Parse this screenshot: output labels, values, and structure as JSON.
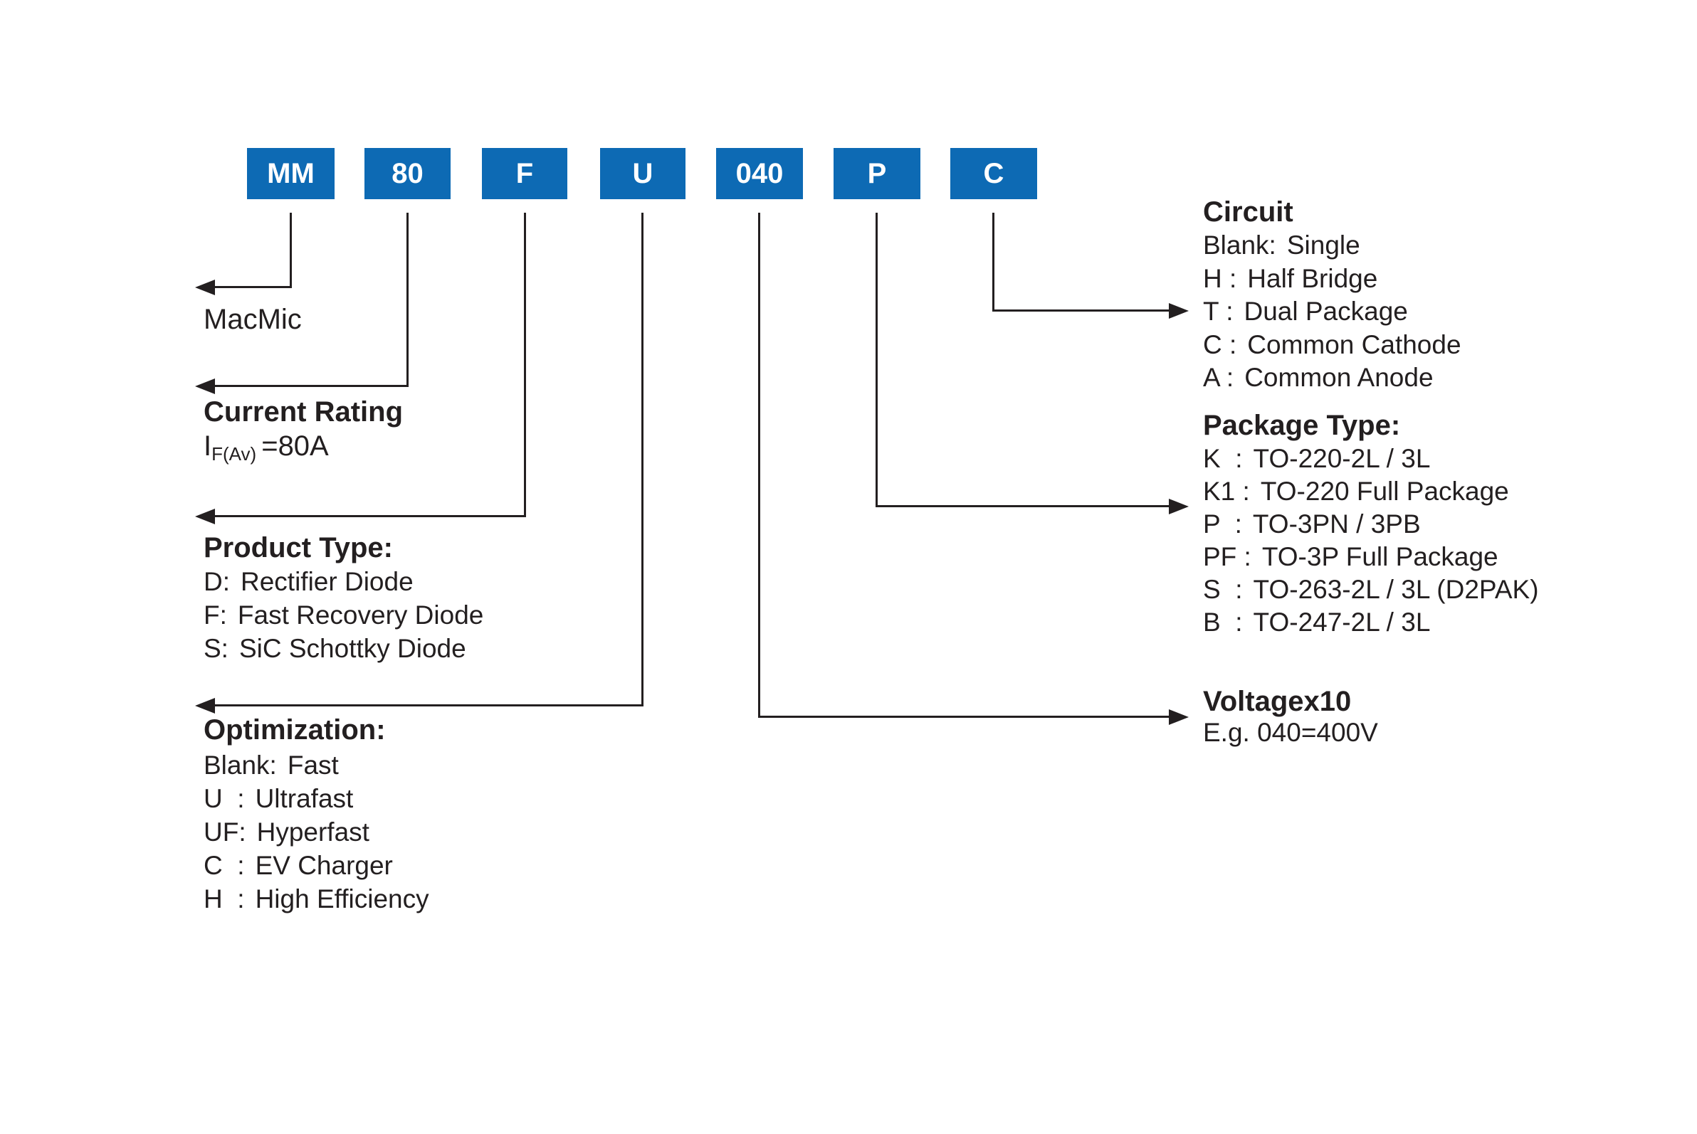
{
  "colors": {
    "box_blue": "#0d6ab4",
    "line_black": "#231f20",
    "background": "#ffffff"
  },
  "part_code": {
    "segments": [
      {
        "label": "MM"
      },
      {
        "label": "80"
      },
      {
        "label": "F"
      },
      {
        "label": "U"
      },
      {
        "label": "040"
      },
      {
        "label": "P"
      },
      {
        "label": "C"
      }
    ]
  },
  "brand": {
    "label": "MacMic"
  },
  "current_rating": {
    "title": "Current Rating",
    "formula": {
      "symbol": "I",
      "subscript": "F(Av)",
      "value": "=80A"
    }
  },
  "product_type": {
    "title": "Product Type:",
    "items": [
      {
        "key": "D:",
        "value": "Rectifier Diode"
      },
      {
        "key": "F:",
        "value": "Fast Recovery Diode"
      },
      {
        "key": "S:",
        "value": "SiC Schottky Diode"
      }
    ]
  },
  "optimization": {
    "title": "Optimization:",
    "items": [
      {
        "key": "Blank:",
        "value": "Fast"
      },
      {
        "key": "U  :",
        "value": "Ultrafast"
      },
      {
        "key": "UF:",
        "value": "Hyperfast"
      },
      {
        "key": "C  :",
        "value": "EV Charger"
      },
      {
        "key": "H  :",
        "value": "High Efficiency"
      }
    ]
  },
  "circuit": {
    "title": "Circuit",
    "items": [
      {
        "key": "Blank:",
        "value": "Single"
      },
      {
        "key": "H :",
        "value": "Half Bridge"
      },
      {
        "key": "T :",
        "value": "Dual Package"
      },
      {
        "key": "C :",
        "value": "Common Cathode"
      },
      {
        "key": "A :",
        "value": "Common Anode"
      }
    ]
  },
  "package_type": {
    "title": "Package Type:",
    "items": [
      {
        "key": "K  :",
        "value": "TO-220-2L / 3L"
      },
      {
        "key": "K1 :",
        "value": "TO-220 Full Package"
      },
      {
        "key": "P  :",
        "value": "TO-3PN / 3PB"
      },
      {
        "key": "PF :",
        "value": "TO-3P Full Package"
      },
      {
        "key": "S  :",
        "value": "TO-263-2L / 3L (D2PAK)"
      },
      {
        "key": "B  :",
        "value": "TO-247-2L / 3L"
      }
    ]
  },
  "voltage": {
    "title": "Voltagex10",
    "example": "E.g. 040=400V"
  }
}
